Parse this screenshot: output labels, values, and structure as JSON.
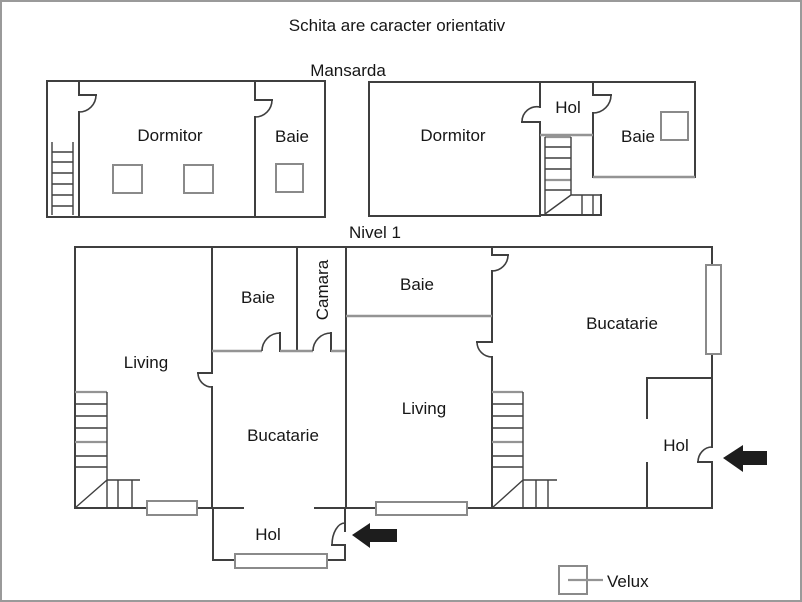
{
  "title": "Schita are caracter orientativ",
  "colors": {
    "wall": "#3f3f3f",
    "wall_light": "#949494",
    "window": "#8a8a8a",
    "arrow": "#1d1d1d",
    "text": "#161616",
    "background": "#ffffff",
    "border": "#9a9a9a"
  },
  "mansarda": {
    "label": "Mansarda",
    "unit_left": {
      "dormitor": "Dormitor",
      "baie": "Baie"
    },
    "unit_right": {
      "dormitor": "Dormitor",
      "hol": "Hol",
      "baie": "Baie"
    }
  },
  "nivel1": {
    "label": "Nivel 1",
    "unit_left": {
      "living": "Living",
      "baie": "Baie",
      "camara": "Camara",
      "bucatarie": "Bucatarie",
      "hol": "Hol"
    },
    "unit_middle": {
      "baie": "Baie",
      "living": "Living"
    },
    "unit_right": {
      "bucatarie": "Bucatarie",
      "hol": "Hol"
    }
  },
  "legend": {
    "velux": "Velux"
  }
}
